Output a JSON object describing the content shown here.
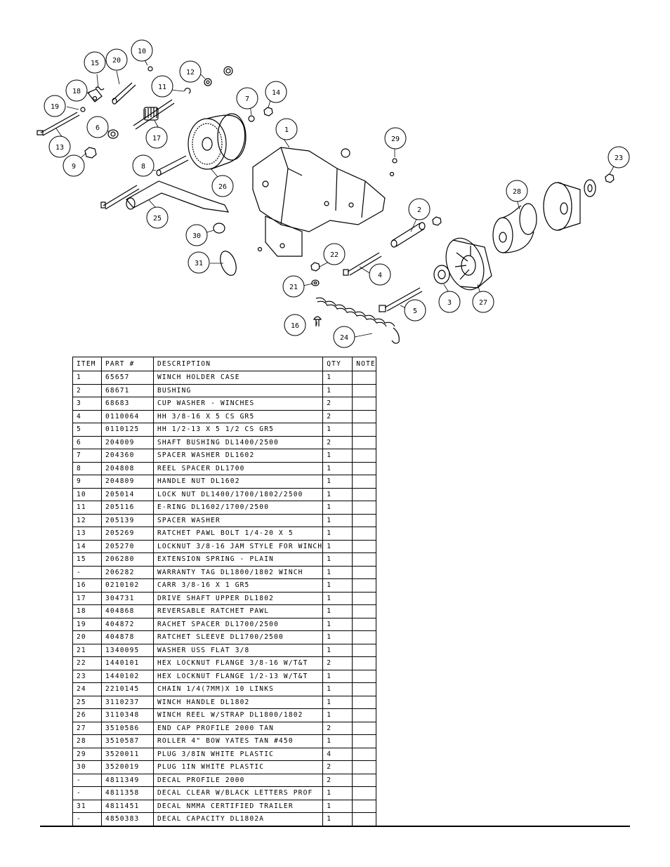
{
  "callouts": [
    "1",
    "2",
    "3",
    "4",
    "5",
    "6",
    "7",
    "8",
    "9",
    "10",
    "11",
    "12",
    "13",
    "14",
    "15",
    "16",
    "17",
    "18",
    "19",
    "20",
    "21",
    "22",
    "23",
    "24",
    "25",
    "26",
    "27",
    "28",
    "29",
    "30",
    "31"
  ],
  "table": {
    "headers": [
      "ITEM",
      "PART #",
      "DESCRIPTION",
      "QTY",
      "NOTE"
    ],
    "rows": [
      [
        "1",
        "65657",
        "WINCH HOLDER CASE",
        "1",
        ""
      ],
      [
        "2",
        "68671",
        "BUSHING",
        "1",
        ""
      ],
      [
        "3",
        "68683",
        "CUP WASHER - WINCHES",
        "2",
        ""
      ],
      [
        "4",
        "0110064",
        "HH 3/8-16 X 5 CS GR5",
        "2",
        ""
      ],
      [
        "5",
        "0110125",
        "HH 1/2-13 X 5 1/2 CS GR5",
        "1",
        ""
      ],
      [
        "6",
        "204009",
        "SHAFT BUSHING  DL1400/2500",
        "2",
        ""
      ],
      [
        "7",
        "204360",
        "SPACER WASHER  DL1602",
        "1",
        ""
      ],
      [
        "8",
        "204808",
        "REEL SPACER  DL1700",
        "1",
        ""
      ],
      [
        "9",
        "204809",
        "HANDLE NUT  DL1602",
        "1",
        ""
      ],
      [
        "10",
        "205014",
        "LOCK NUT  DL1400/1700/1802/2500",
        "1",
        ""
      ],
      [
        "11",
        "205116",
        "E-RING DL1602/1700/2500",
        "1",
        ""
      ],
      [
        "12",
        "205139",
        "SPACER WASHER",
        "1",
        ""
      ],
      [
        "13",
        "205269",
        "RATCHET PAWL BOLT 1/4-20 X 5",
        "1",
        ""
      ],
      [
        "14",
        "205270",
        "LOCKNUT 3/8-16 JAM STYLE FOR WINCH",
        "1",
        ""
      ],
      [
        "15",
        "206280",
        "EXTENSION SPRING - PLAIN",
        "1",
        ""
      ],
      [
        "-",
        "206282",
        "WARRANTY TAG DL1800/1802 WINCH",
        "1",
        ""
      ],
      [
        "16",
        "0210102",
        "CARR 3/8-16 X 1 GR5",
        "1",
        ""
      ],
      [
        "17",
        "304731",
        "DRIVE SHAFT UPPER  DL1802",
        "1",
        ""
      ],
      [
        "18",
        "404868",
        "REVERSABLE RATCHET PAWL",
        "1",
        ""
      ],
      [
        "19",
        "404872",
        "RACHET SPACER  DL1700/2500",
        "1",
        ""
      ],
      [
        "20",
        "404878",
        "RATCHET SLEEVE  DL1700/2500",
        "1",
        ""
      ],
      [
        "21",
        "1340095",
        "WASHER USS FLAT 3/8",
        "1",
        ""
      ],
      [
        "22",
        "1440101",
        "HEX LOCKNUT FLANGE 3/8-16 W/T&T",
        "2",
        ""
      ],
      [
        "23",
        "1440102",
        "HEX LOCKNUT FLANGE 1/2-13 W/T&T",
        "1",
        ""
      ],
      [
        "24",
        "2210145",
        "CHAIN 1/4(7MM)X 10 LINKS",
        "1",
        ""
      ],
      [
        "25",
        "3110237",
        "WINCH HANDLE  DL1802",
        "1",
        ""
      ],
      [
        "26",
        "3110348",
        "WINCH REEL W/STRAP  DL1800/1802",
        "1",
        ""
      ],
      [
        "27",
        "3510586",
        "END CAP PROFILE 2000 TAN",
        "2",
        ""
      ],
      [
        "28",
        "3510587",
        "ROLLER 4\" BOW YATES TAN #450",
        "1",
        ""
      ],
      [
        "29",
        "3520011",
        "PLUG  3/8IN WHITE PLASTIC",
        "4",
        ""
      ],
      [
        "30",
        "3520019",
        "PLUG  1IN WHITE PLASTIC",
        "2",
        ""
      ],
      [
        "-",
        "4811349",
        "DECAL PROFILE 2000",
        "2",
        ""
      ],
      [
        "-",
        "4811358",
        "DECAL CLEAR W/BLACK LETTERS PROF",
        "1",
        ""
      ],
      [
        "31",
        "4811451",
        " DECAL NMMA CERTIFIED TRAILER",
        "1",
        ""
      ],
      [
        "-",
        "4850383",
        "DECAL CAPACITY DL1802A",
        "1",
        ""
      ]
    ]
  }
}
